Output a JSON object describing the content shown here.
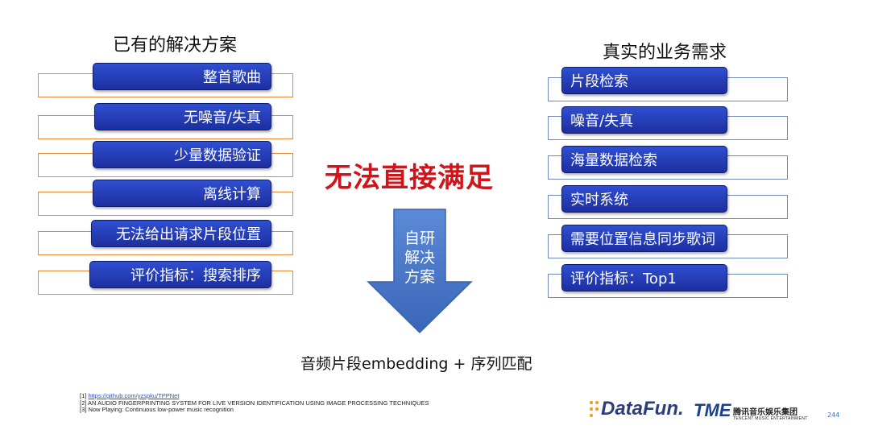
{
  "left": {
    "heading": "已有的解决方案",
    "items": [
      "整首歌曲",
      "无噪音/失真",
      "少量数据验证",
      "离线计算",
      "无法给出请求片段位置",
      "评价指标：搜索排序"
    ]
  },
  "right": {
    "heading": "真实的业务需求",
    "items": [
      "片段检索",
      "噪音/失真",
      "海量数据检索",
      "实时系统",
      "需要位置信息同步歌词",
      "评价指标：Top1"
    ]
  },
  "center": {
    "title": "无法直接满足",
    "arrow_label": [
      "自研",
      "解决",
      "方案"
    ],
    "result": "音频片段embedding + 序列匹配"
  },
  "references": [
    {
      "num": "[1]",
      "text": "https://github.com/yzspku/TPPNet",
      "link": true
    },
    {
      "num": "[2]",
      "text": "AN AUDIO FINGERPRINTING SYSTEM FOR LIVE VERSION IDENTIFICATION USING IMAGE PROCESSING TECHNIQUES",
      "link": false
    },
    {
      "num": "[3]",
      "text": "Now Playing: Continuous low-power music recognition",
      "link": false
    }
  ],
  "footer": {
    "datafun_logo": "DataFun.",
    "tme_mark": "TME",
    "tme_name_cn": "腾讯音乐娱乐集团",
    "tme_name_en": "TENCENT MUSIC ENTERTAINMENT",
    "page_number": "244"
  },
  "colors": {
    "pill": "#1d2fa0",
    "left_frame": "#e8893a",
    "right_frame": "#6f89b8",
    "title_red": "#d1141c",
    "arrow_blue": "#4472c4"
  }
}
